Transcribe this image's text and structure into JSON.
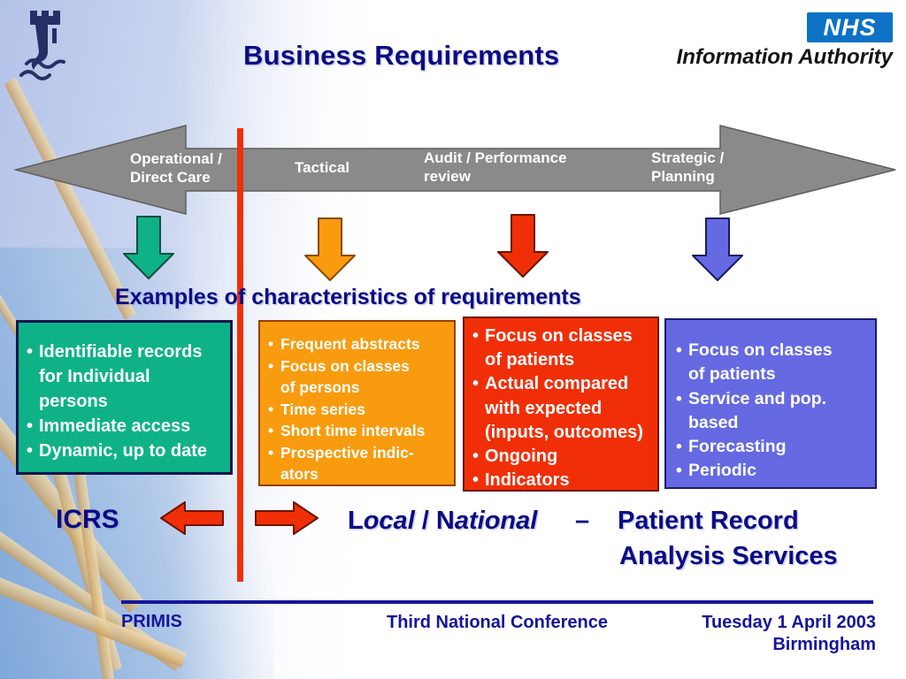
{
  "colors": {
    "navy": "#0b0b86",
    "footer-navy": "#15159b",
    "arrow-gray": "#8a8a8a",
    "arrow-gray-dark": "#5f5f5f",
    "red": "#f02f08",
    "green": "#0fb286",
    "orange": "#f89b0e",
    "blue": "#6569e2",
    "nhs-blue": "#0b72c6"
  },
  "header": {
    "title": "Business Requirements",
    "nhs_logo": "NHS",
    "nhs_subtitle": "Information Authority"
  },
  "timeline": {
    "labels": [
      {
        "text": "Operational /\nDirect Care"
      },
      {
        "text": "Tactical"
      },
      {
        "text": "Audit / Performance\nreview"
      },
      {
        "text": "Strategic /\nPlanning"
      }
    ]
  },
  "examples_heading": "Examples of characteristics of requirements",
  "boxes": {
    "operational": [
      "Identifiable records\nfor Individual\npersons",
      "Immediate access",
      "Dynamic, up to date"
    ],
    "tactical": [
      "Frequent abstracts",
      "Focus on classes\nof persons",
      "Time series",
      "Short time intervals",
      "Prospective indic-\nators"
    ],
    "audit": [
      "Focus on classes\nof patients",
      "Actual compared\nwith expected\n(inputs, outcomes)",
      "Ongoing",
      "Indicators"
    ],
    "strategic": [
      "Focus on classes\nof patients",
      "Service and pop.\nbased",
      "Forecasting",
      "Periodic"
    ]
  },
  "bottom": {
    "icrs": "ICRS",
    "local_cap": "L",
    "local_rest": "ocal",
    "separator": " / ",
    "national_cap": "N",
    "national_rest": "ational",
    "dash": "–",
    "services_line1": "Patient Record",
    "services_line2": "Analysis Services"
  },
  "footer": {
    "left": "PRIMIS",
    "center": "Third National Conference",
    "right_line1": "Tuesday 1 April 2003",
    "right_line2": "Birmingham"
  }
}
